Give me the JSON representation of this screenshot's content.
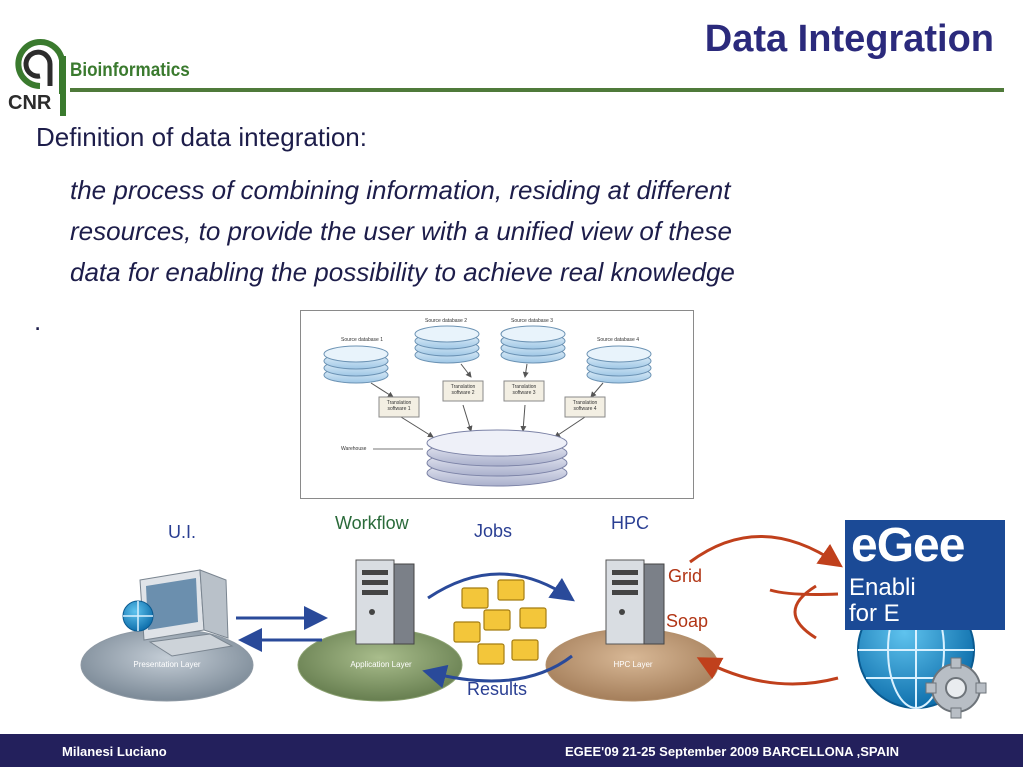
{
  "slide": {
    "title": "Data Integration",
    "logo": {
      "name": "Bioinformatics",
      "org": "CNR"
    },
    "definition_heading": "Definition of data integration:",
    "definition_lines": [
      "the process of combining information, residing at different",
      "resources, to provide the user with a unified view of these",
      "data for enabling the possibility to achieve real knowledge"
    ],
    "trailing_dot": "."
  },
  "warehouse_diagram": {
    "sources": [
      "Source database 1",
      "Source database 2",
      "Source database 3",
      "Source database 4"
    ],
    "translators": [
      "Translation software 1",
      "Translation software 2",
      "Translation software 3",
      "Translation software 4"
    ],
    "warehouse_label": "Warehouse"
  },
  "architecture": {
    "ui_label": "U.I.",
    "workflow_label": "Workflow",
    "jobs_label": "Jobs",
    "hpc_label": "HPC",
    "grid_label": "Grid",
    "soap_label": "Soap",
    "results_label": "Results",
    "presentation_layer": "Presentation Layer",
    "application_layer": "Application Layer",
    "hpc_layer": "HPC Layer",
    "egee_logo_text": "eGee",
    "egee_tagline_1": "Enabli",
    "egee_tagline_2": "for E"
  },
  "footer": {
    "author": "Milanesi Luciano",
    "event": "EGEE'09  21-25 September  2009 BARCELLONA ,SPAIN"
  },
  "colors": {
    "title": "#2b2a7c",
    "accent_green": "#4f7a3a",
    "footer_bg": "#23205c",
    "label_blue": "#2a3f93",
    "label_red": "#b13515"
  }
}
